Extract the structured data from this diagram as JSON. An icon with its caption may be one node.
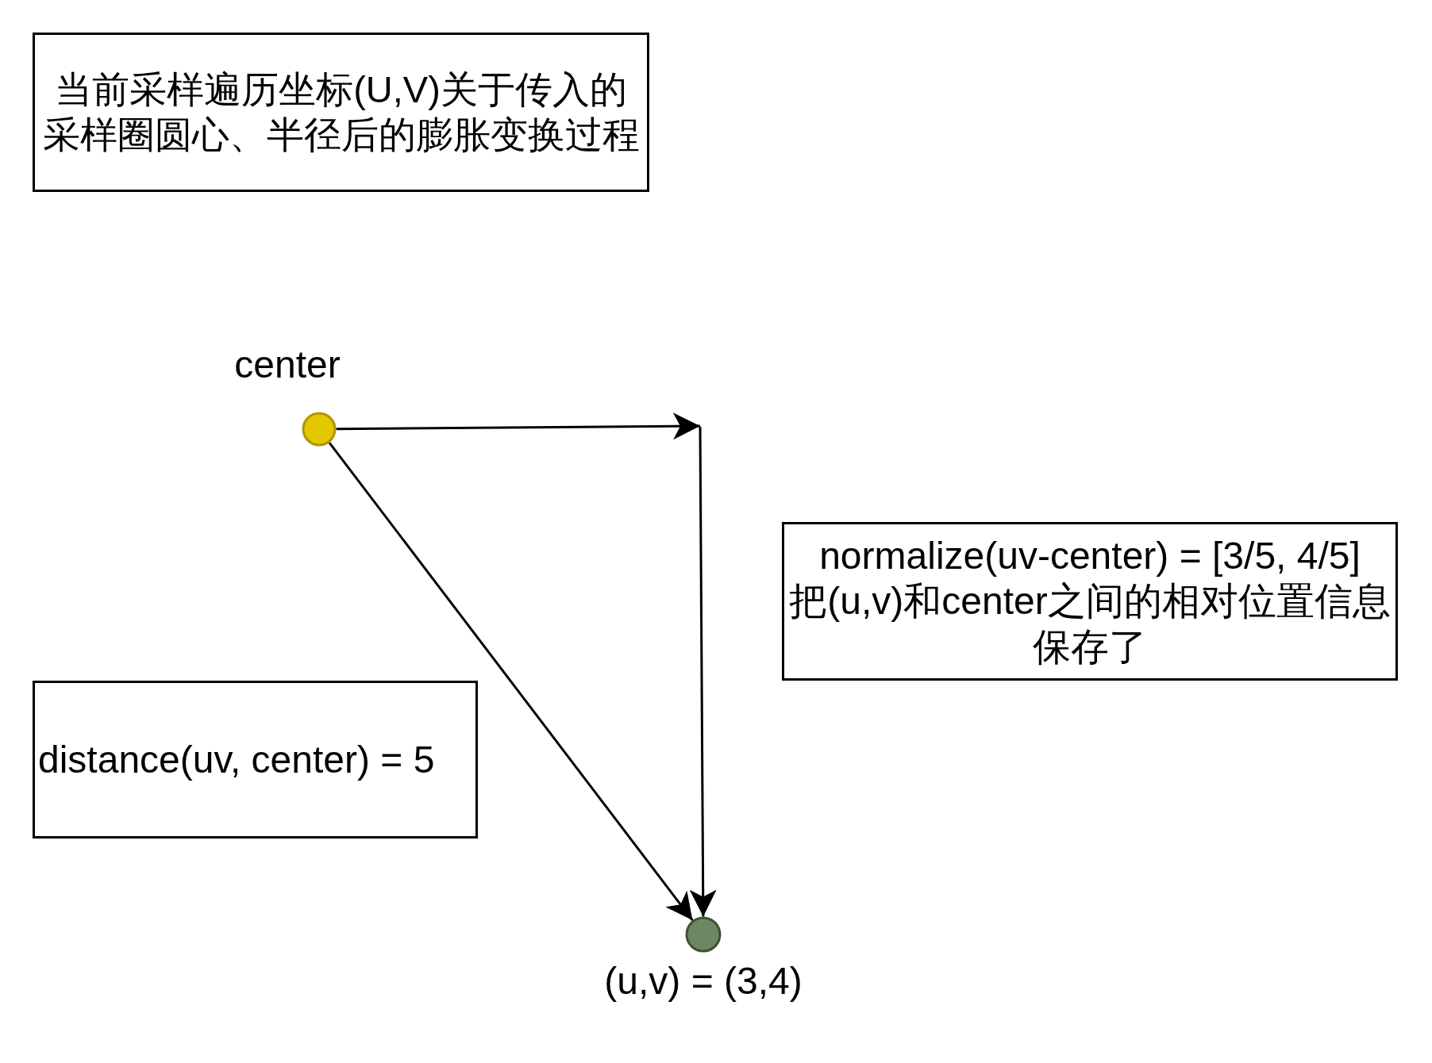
{
  "diagram": {
    "nodes": [
      {
        "text": [
          "当前采样遍历坐标(U,V)关于传入的采样圈圆心、半径后的膨胀变换过程"
        ]
      },
      {
        "text": [],
        "shape": "circle",
        "beside": [
          "center"
        ]
      },
      {
        "text": [
          "normalize(uv-center) = [3/5, 4/5]",
          "把(u,v)和center之间的相对位置信息保存了"
        ]
      },
      {
        "text": [
          "distance(uv, center) = 5"
        ]
      },
      {
        "text": [],
        "shape": "circle",
        "beside": [
          "(u,v) = (3,4)"
        ]
      }
    ],
    "edges": [
      {
        "from": 1,
        "to": null,
        "arrow": "to"
      },
      {
        "from": null,
        "to": 4,
        "arrow": "to"
      },
      {
        "from": 1,
        "to": 4,
        "arrow": "to"
      }
    ]
  }
}
